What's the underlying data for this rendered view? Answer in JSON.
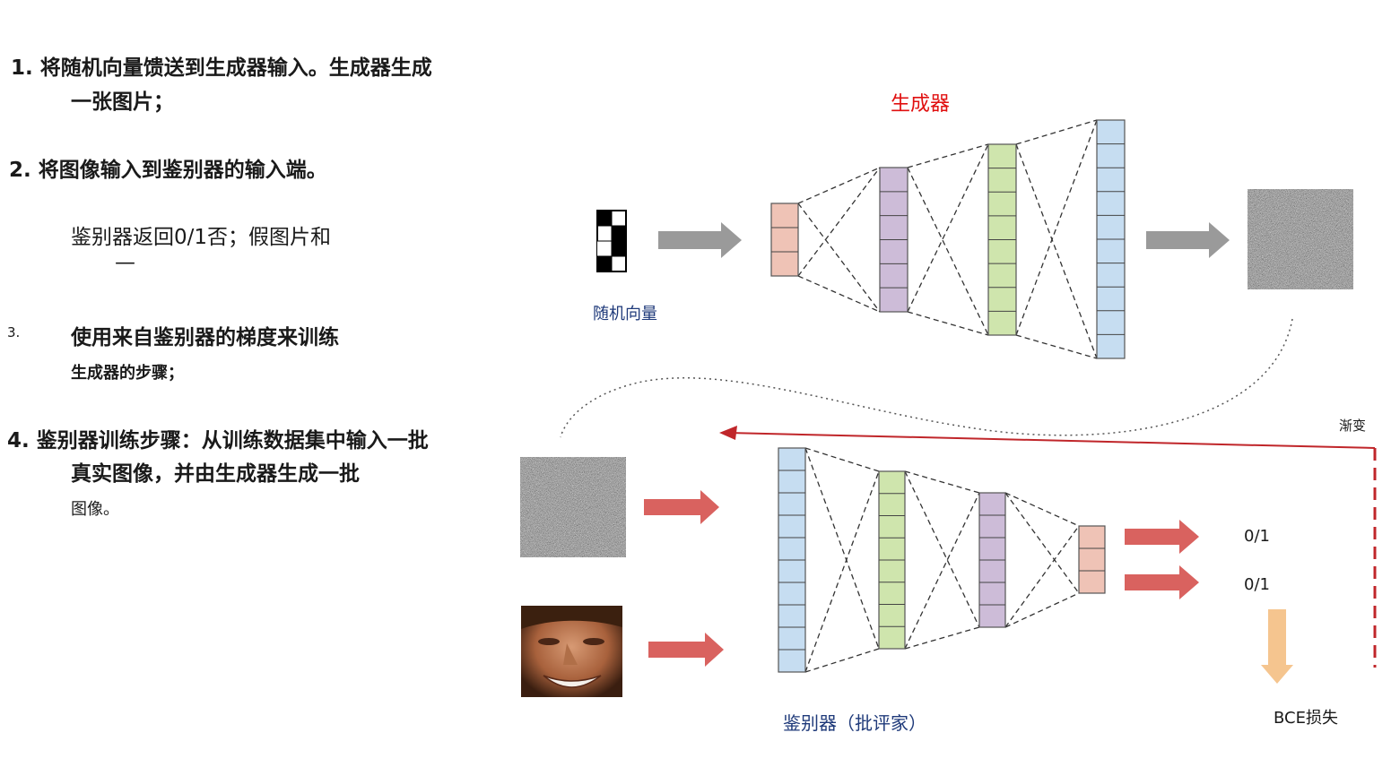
{
  "steps": {
    "s1_line1": "1. 将随机向量馈送到生成器输入。生成器生成",
    "s1_line2": "一张图片；",
    "s2_line1": "2. 将图像输入到鉴别器的输入端。",
    "s2_line2": "鉴别器返回0/1否；假图片和",
    "s2_line3": "—",
    "s3_num": "3.",
    "s3_line1": "使用来自鉴别器的梯度来训练",
    "s3_line2": "生成器的步骤；",
    "s4_line1": "4. 鉴别器训练步骤：从训练数据集中输入一批",
    "s4_line2": "真实图像，并由生成器生成一批",
    "s4_line3": "图像。"
  },
  "diagram": {
    "generator_label": "生成器",
    "random_vector_label": "随机向量",
    "discriminator_label": "鉴别器（批评家）",
    "gradient_label": "渐变",
    "output_top": "0/1",
    "output_bottom": "0/1",
    "loss_label": "BCE损失"
  },
  "colors": {
    "pink": "#efc3b6",
    "purple": "#cdbcd8",
    "green": "#cfe5ad",
    "blue": "#c6ddf1",
    "red_arrow": "#d9625f",
    "gray_arrow": "#9a9a9a",
    "orange_arrow": "#f5c58f",
    "gradient_line": "#c0262a"
  }
}
